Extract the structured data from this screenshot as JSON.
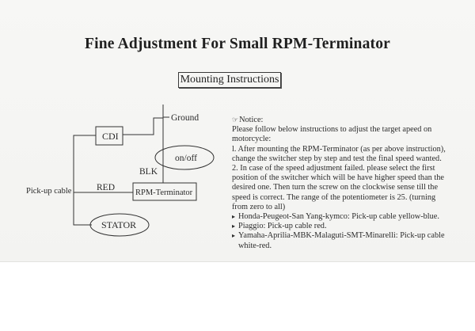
{
  "document": {
    "title": "Fine Adjustment For Small RPM-Terminator",
    "section_box": "Mounting Instructions"
  },
  "diagram": {
    "labels": {
      "ground": "Ground",
      "cdi": "CDI",
      "on_off": "on/off",
      "blk": "BLK",
      "pickup": "Pick-up cable",
      "red": "RED",
      "rpm_terminator": "RPM-Terminator",
      "stator": "STATOR"
    }
  },
  "notice": {
    "icon": "pointing-hand-icon",
    "heading": "Notice:",
    "lines": [
      "Please follow below instructions to adjust the target apeed on",
      "motorcycle:",
      "l. After mounting the RPM-Terminator (as per above instruction),",
      "change the switcher step by step and test the final speed wanted.",
      "2. In case of the speed adjustment failed. please select the first",
      "position of the switcher which will be have higher speed than the",
      "desired one. Then turn the screw on the clockwise sense till the",
      "speed is correct. The range of the potentiometer is 25. (turning",
      "from zero to all)"
    ],
    "bullets": [
      {
        "text": "Honda-Peugeot-San Yang-kymco: Pick-up cable yellow-blue."
      },
      {
        "text": "Piaggio: Pick-up cable red."
      },
      {
        "text": "Yamaha-Aprilia-MBK-Malaguti-SMT-Minarelli: Pick-up cable",
        "cont": "white-red."
      }
    ]
  }
}
